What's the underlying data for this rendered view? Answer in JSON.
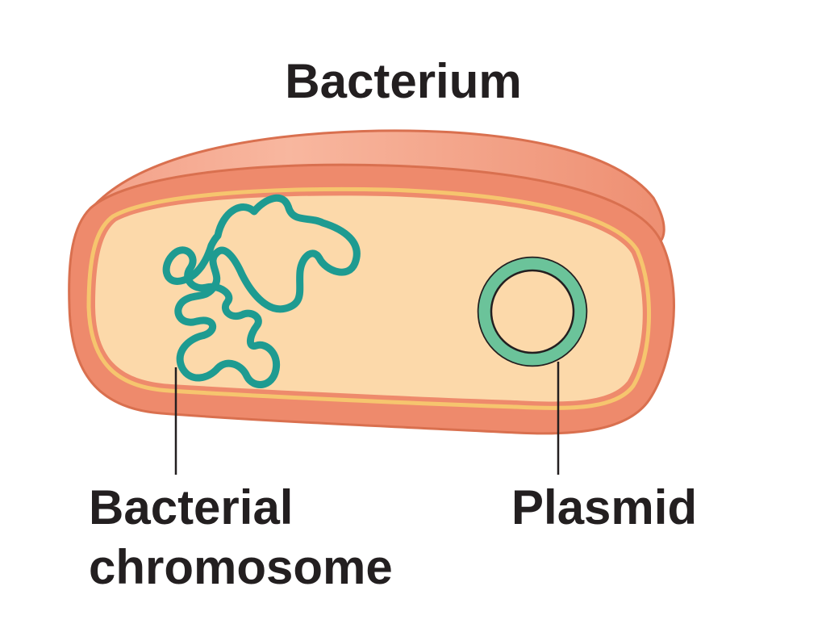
{
  "diagram": {
    "title": "Bacterium",
    "labels": {
      "chromosome_line1": "Bacterial",
      "chromosome_line2": "chromosome",
      "plasmid": "Plasmid"
    }
  },
  "colors": {
    "cell_wall": "#ee8a6c",
    "cell_wall_dark": "#d9704f",
    "cell_wall_highlight": "#f9b9a2",
    "cytoplasm": "#fcd9aa",
    "inner_membrane": "#f6c56e",
    "chromosome": "#1e9b91",
    "plasmid": "#6bc39a",
    "outline": "#231f20",
    "text": "#231f20"
  }
}
